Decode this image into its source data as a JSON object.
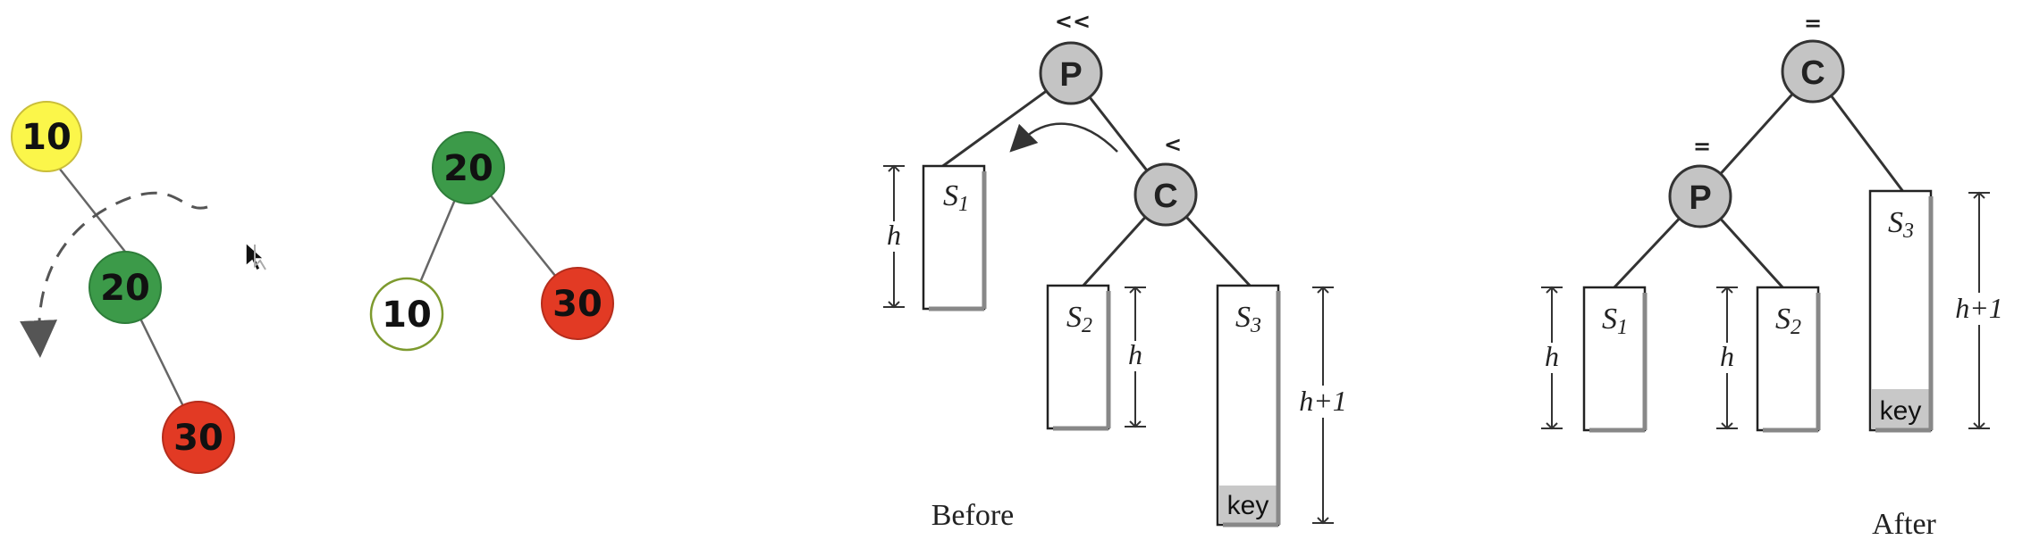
{
  "colors": {
    "yellow": "#fbf64a",
    "green": "#3c9a49",
    "red": "#e23a24",
    "white": "#ffffff",
    "grey_node": "#c4c4c4",
    "key_fill": "#c8c8c8"
  },
  "left_before": {
    "nodes": [
      {
        "label": "10",
        "color": "yellow"
      },
      {
        "label": "20",
        "color": "green"
      },
      {
        "label": "30",
        "color": "red"
      }
    ]
  },
  "left_after": {
    "nodes": [
      {
        "label": "20",
        "color": "green"
      },
      {
        "label": "10",
        "color": "white"
      },
      {
        "label": "30",
        "color": "red"
      }
    ]
  },
  "before": {
    "caption": "Before",
    "root": {
      "letter": "P",
      "balance": "<<"
    },
    "child": {
      "letter": "C",
      "balance": "<"
    },
    "subtrees": [
      {
        "letter": "S",
        "sub": "1",
        "height": "h"
      },
      {
        "letter": "S",
        "sub": "2",
        "height": "h"
      },
      {
        "letter": "S",
        "sub": "3",
        "height": "h+1",
        "key": "key"
      }
    ]
  },
  "after": {
    "caption": "After",
    "root": {
      "letter": "C",
      "balance": "="
    },
    "child": {
      "letter": "P",
      "balance": "="
    },
    "subtrees": [
      {
        "letter": "S",
        "sub": "1",
        "height": "h"
      },
      {
        "letter": "S",
        "sub": "2",
        "height": "h"
      },
      {
        "letter": "S",
        "sub": "3",
        "height": "h+1",
        "key": "key"
      }
    ]
  }
}
